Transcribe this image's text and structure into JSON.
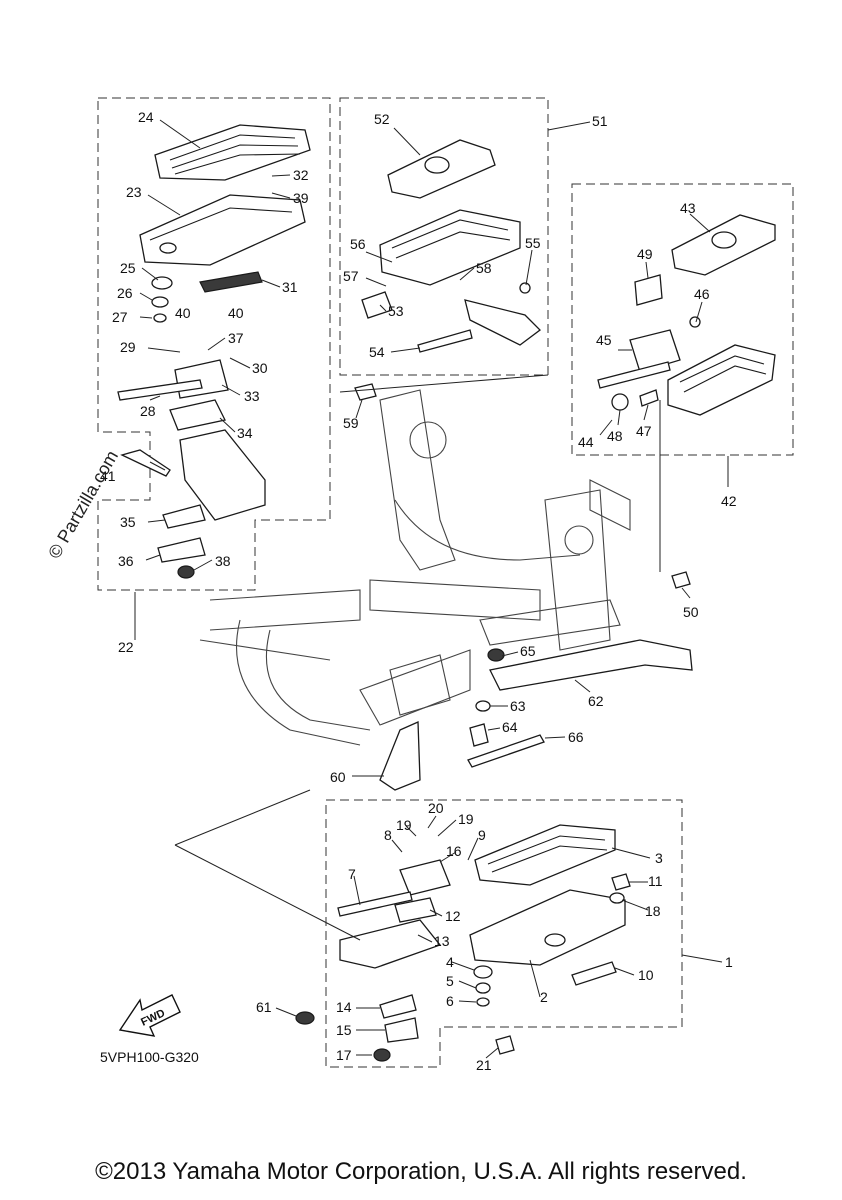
{
  "watermark": "© Partzilla.com",
  "diagram_code": "5VPH100-G320",
  "fwd_label": "FWD",
  "copyright": "©2013 Yamaha Motor Corporation, U.S.A. All rights reserved.",
  "callouts": [
    {
      "id": "24",
      "label": "24"
    },
    {
      "id": "23",
      "label": "23"
    },
    {
      "id": "32",
      "label": "32"
    },
    {
      "id": "39",
      "label": "39"
    },
    {
      "id": "25",
      "label": "25"
    },
    {
      "id": "26",
      "label": "26"
    },
    {
      "id": "27",
      "label": "27"
    },
    {
      "id": "31",
      "label": "31"
    },
    {
      "id": "40a",
      "label": "40"
    },
    {
      "id": "40b",
      "label": "40"
    },
    {
      "id": "37",
      "label": "37"
    },
    {
      "id": "29",
      "label": "29"
    },
    {
      "id": "30",
      "label": "30"
    },
    {
      "id": "28",
      "label": "28"
    },
    {
      "id": "33",
      "label": "33"
    },
    {
      "id": "34",
      "label": "34"
    },
    {
      "id": "41",
      "label": "41"
    },
    {
      "id": "35",
      "label": "35"
    },
    {
      "id": "36",
      "label": "36"
    },
    {
      "id": "38",
      "label": "38"
    },
    {
      "id": "22",
      "label": "22"
    },
    {
      "id": "52",
      "label": "52"
    },
    {
      "id": "51",
      "label": "51"
    },
    {
      "id": "56",
      "label": "56"
    },
    {
      "id": "55",
      "label": "55"
    },
    {
      "id": "57",
      "label": "57"
    },
    {
      "id": "58",
      "label": "58"
    },
    {
      "id": "53",
      "label": "53"
    },
    {
      "id": "54",
      "label": "54"
    },
    {
      "id": "59",
      "label": "59"
    },
    {
      "id": "43",
      "label": "43"
    },
    {
      "id": "49",
      "label": "49"
    },
    {
      "id": "46",
      "label": "46"
    },
    {
      "id": "45",
      "label": "45"
    },
    {
      "id": "44",
      "label": "44"
    },
    {
      "id": "48",
      "label": "48"
    },
    {
      "id": "47",
      "label": "47"
    },
    {
      "id": "42",
      "label": "42"
    },
    {
      "id": "50",
      "label": "50"
    },
    {
      "id": "65",
      "label": "65"
    },
    {
      "id": "62",
      "label": "62"
    },
    {
      "id": "63",
      "label": "63"
    },
    {
      "id": "64",
      "label": "64"
    },
    {
      "id": "66",
      "label": "66"
    },
    {
      "id": "60",
      "label": "60"
    },
    {
      "id": "20",
      "label": "20"
    },
    {
      "id": "19a",
      "label": "19"
    },
    {
      "id": "19b",
      "label": "19"
    },
    {
      "id": "8",
      "label": "8"
    },
    {
      "id": "9",
      "label": "9"
    },
    {
      "id": "16",
      "label": "16"
    },
    {
      "id": "3",
      "label": "3"
    },
    {
      "id": "7",
      "label": "7"
    },
    {
      "id": "11",
      "label": "11"
    },
    {
      "id": "12",
      "label": "12"
    },
    {
      "id": "18",
      "label": "18"
    },
    {
      "id": "13",
      "label": "13"
    },
    {
      "id": "1",
      "label": "1"
    },
    {
      "id": "4",
      "label": "4"
    },
    {
      "id": "10",
      "label": "10"
    },
    {
      "id": "5",
      "label": "5"
    },
    {
      "id": "2",
      "label": "2"
    },
    {
      "id": "6",
      "label": "6"
    },
    {
      "id": "61",
      "label": "61"
    },
    {
      "id": "14",
      "label": "14"
    },
    {
      "id": "15",
      "label": "15"
    },
    {
      "id": "17",
      "label": "17"
    },
    {
      "id": "21",
      "label": "21"
    }
  ]
}
